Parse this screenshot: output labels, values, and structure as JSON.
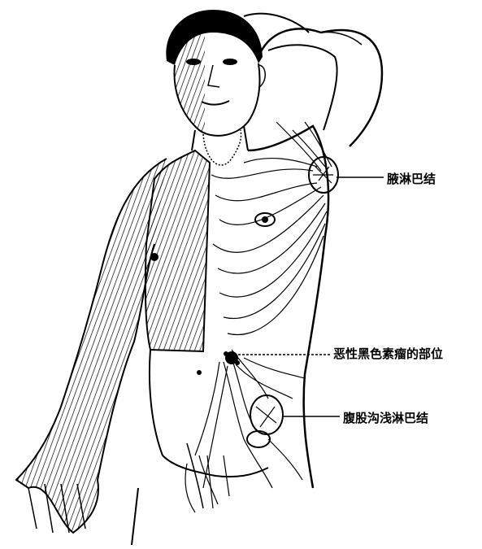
{
  "labels": {
    "axillary": "腋淋巴结",
    "melanoma_site": "恶性黑色素瘤的部位",
    "inguinal": "腹股沟浅淋巴结"
  },
  "colors": {
    "ink": "#000000",
    "paper": "#ffffff"
  }
}
